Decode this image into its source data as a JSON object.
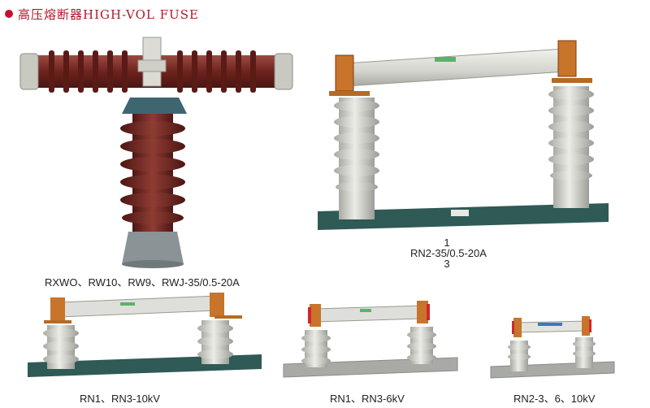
{
  "header": {
    "title": "高压熔断器HIGH-VOL FUSE"
  },
  "products": [
    {
      "caption": "RXWO、RW10、RW9、RWJ-35/0.5-20A"
    },
    {
      "caption_lines": [
        "1",
        "RN2-35/0.5-20A",
        "3"
      ]
    },
    {
      "caption": "RN1、RN3-10kV"
    },
    {
      "caption": "RN1、RN3-6kV"
    },
    {
      "caption": "RN2-3、6、10kV"
    }
  ],
  "colors": {
    "title_red": "#b0182a",
    "porcelain_brown": "#7b2a24",
    "porcelain_grey": "#d7d8d2",
    "base_green": "#2f5a55",
    "base_grey": "#a8aaa6",
    "copper": "#c8742a"
  }
}
